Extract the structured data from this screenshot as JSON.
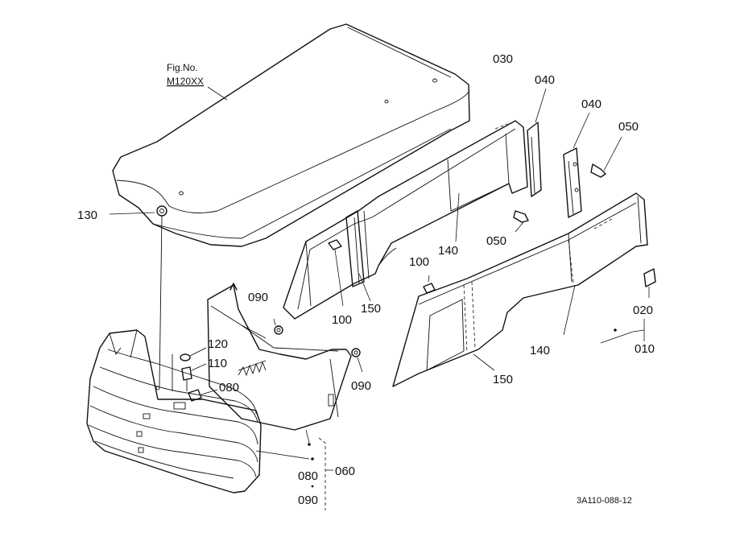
{
  "figure": {
    "fig_no_label": "Fig.No.",
    "fig_no_value": "M120XX",
    "drawing_code": "3A110-088-12"
  },
  "callouts": {
    "p010": "010",
    "p020": "020",
    "p030": "030",
    "p040a": "040",
    "p040b": "040",
    "p050a": "050",
    "p050b": "050",
    "p060": "060",
    "p080a": "080",
    "p080b": "080",
    "p090a": "090",
    "p090b": "090",
    "p090c": "090",
    "p100a": "100",
    "p100b": "100",
    "p110": "110",
    "p120": "120",
    "p130": "130",
    "p140a": "140",
    "p140b": "140",
    "p150a": "150",
    "p150b": "150"
  }
}
